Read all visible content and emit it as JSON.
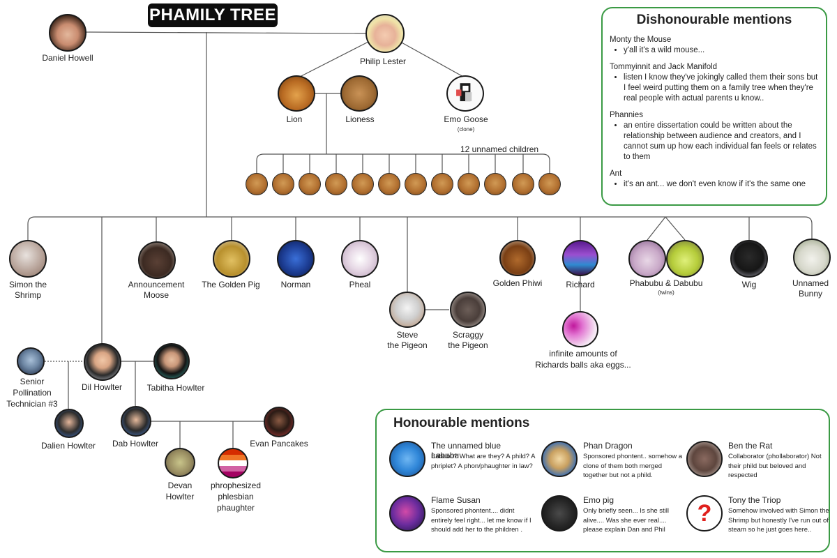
{
  "title": "PHAMILY TREE",
  "colors": {
    "box_border": "#3a9a44",
    "title_bg": "#0d0d0d",
    "lines": "#555555"
  },
  "tree": {
    "daniel": "Daniel Howell",
    "phil": "Philip Lester",
    "lion": "Lion",
    "lioness": "Lioness",
    "emo_goose": "Emo Goose",
    "emo_goose_note": "(clone)",
    "unnamed_children": "12 unnamed children",
    "simon": [
      "Simon the",
      "Shrimp"
    ],
    "moose": [
      "Announcement",
      "Moose"
    ],
    "golden_pig": "The Golden Pig",
    "norman": "Norman",
    "pheal": "Pheal",
    "steve": [
      "Steve",
      "the Pigeon"
    ],
    "scraggy": [
      "Scraggy",
      "the Pigeon"
    ],
    "golden_phiwi": "Golden Phiwi",
    "richard": "Richard",
    "richard_balls": [
      "infinite amounts of",
      "Richards balls aka eggs..."
    ],
    "phabubu": "Phabubu & Dabubu",
    "twins_note": "(twins)",
    "wig": "Wig",
    "unnamed_bunny": [
      "Unnamed",
      "Bunny"
    ],
    "senior": [
      "Senior",
      "Pollination",
      "Technician #3"
    ],
    "dil": "Dil Howlter",
    "tabitha": "Tabitha Howlter",
    "dalien": "Dalien Howlter",
    "dab": "Dab Howlter",
    "evan": "Evan Pancakes",
    "devan": [
      "Devan",
      "Howlter"
    ],
    "phrophesized": [
      "phrophesized",
      "phlesbian",
      "phaughter"
    ]
  },
  "dishonourable": {
    "title": "Dishonourable mentions",
    "sections": [
      {
        "name": "Monty the Mouse",
        "text": "y'all it's a wild mouse..."
      },
      {
        "name": "Tommyinnit and Jack Manifold",
        "text": "listen I know they've jokingly called them their sons but I feel weird putting them on a family tree when they're real people with actual parents u know.."
      },
      {
        "name": "Phannies",
        "text": " an entire dissertation could be written about the relationship between audience and creators, and I cannot sum up how each individual fan feels or relates to them"
      },
      {
        "name": "Ant",
        "text": " it's an ant... we don't even know if it's the same one"
      }
    ]
  },
  "honourable": {
    "title": "Honourable mentions",
    "items": [
      {
        "name": "The unnamed blue Labubu",
        "desc": "Babubu? What are they? A phild? A phriplet? A phon/phaughter in law?",
        "icon": "blue-labubu-icon"
      },
      {
        "name": "Phan Dragon",
        "desc": "Sponsored phontent.. somehow a clone of them both merged together but not a phild.",
        "icon": "dragon-plush-icon"
      },
      {
        "name": "Ben the Rat",
        "desc": "Collaborator (phollaborator) Not their phild but beloved and respected",
        "icon": "rat-icon"
      },
      {
        "name": "Flame Susan",
        "desc": "Sponsored phontent.... didnt entirely feel right... let me know if I should add her to the phildren .",
        "icon": "purple-dragon-icon"
      },
      {
        "name": "Emo pig",
        "desc": "Only briefly seen... Is she still alive.... Was she ever real.... please explain Dan and Phil",
        "icon": "emo-pig-icon"
      },
      {
        "name": "Tony the Triop",
        "desc": "Somehow involved with Simon the Shrimp but honestly I've run out of steam so he just goes here..",
        "icon": "question-mark-icon"
      }
    ]
  }
}
